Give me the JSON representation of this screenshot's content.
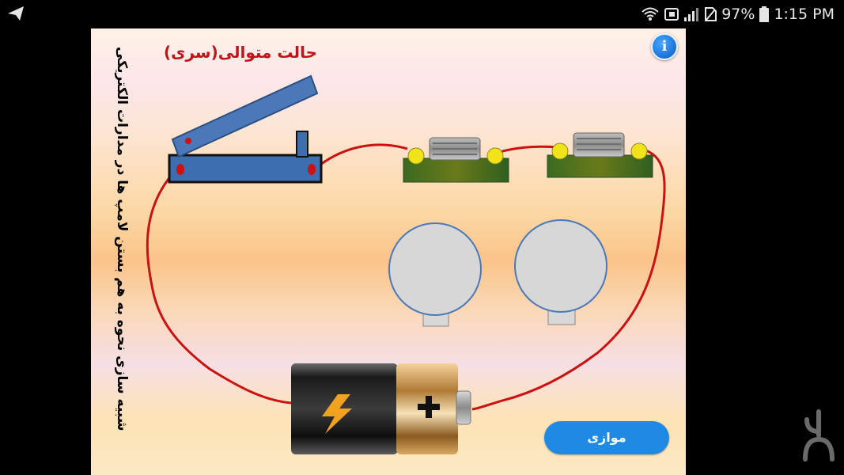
{
  "status_bar": {
    "battery_percent": "97%",
    "time": "1:15 PM",
    "icons": [
      "back-arrow-icon",
      "wifi-icon",
      "cast-icon",
      "signal-icon",
      "battery-icon"
    ]
  },
  "app": {
    "title": "حالت متوالی(سری)",
    "side_text": "شبیه سازی نحوه به هم بستن لامپ ها در مدارات الکتریکی",
    "info_label": "i",
    "parallel_button_label": "موازی",
    "colors": {
      "wire": "#cc1111",
      "switch": "#3d6fb0",
      "lamp_base": "#3e6b1f",
      "button": "#1e8ae4",
      "title": "#c0141a"
    }
  },
  "watermark": {
    "name": "bazaar-logo-icon"
  }
}
